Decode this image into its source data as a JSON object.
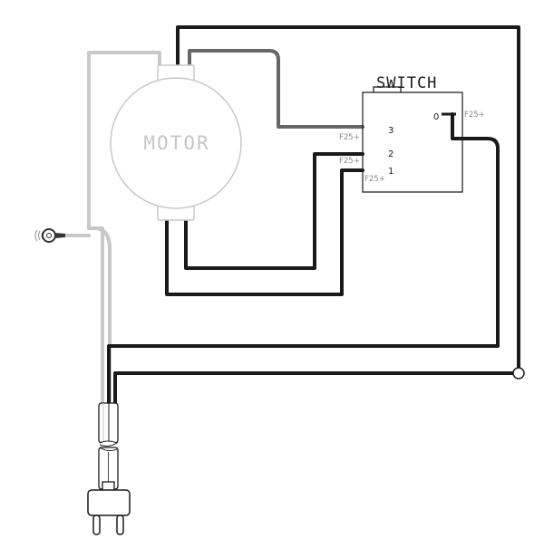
{
  "motor": {
    "label": "MOTOR"
  },
  "switch": {
    "title": "SWITCH",
    "terminals": [
      {
        "pin": "3",
        "rating": "F25+"
      },
      {
        "pin": "2",
        "rating": "F25+"
      },
      {
        "pin": "1",
        "rating": "F25+"
      },
      {
        "pin": "0",
        "rating": "F25+"
      }
    ]
  },
  "colors": {
    "line_wire": "#1a1a1a",
    "neutral_wire": "#666666",
    "ground_wire": "#c8c8c8",
    "motor_outline": "#c8c8c8",
    "switch_outline": "#1a1a1a"
  },
  "icons": [
    "ground-ring-terminal-icon",
    "plug-icon",
    "junction-icon"
  ]
}
